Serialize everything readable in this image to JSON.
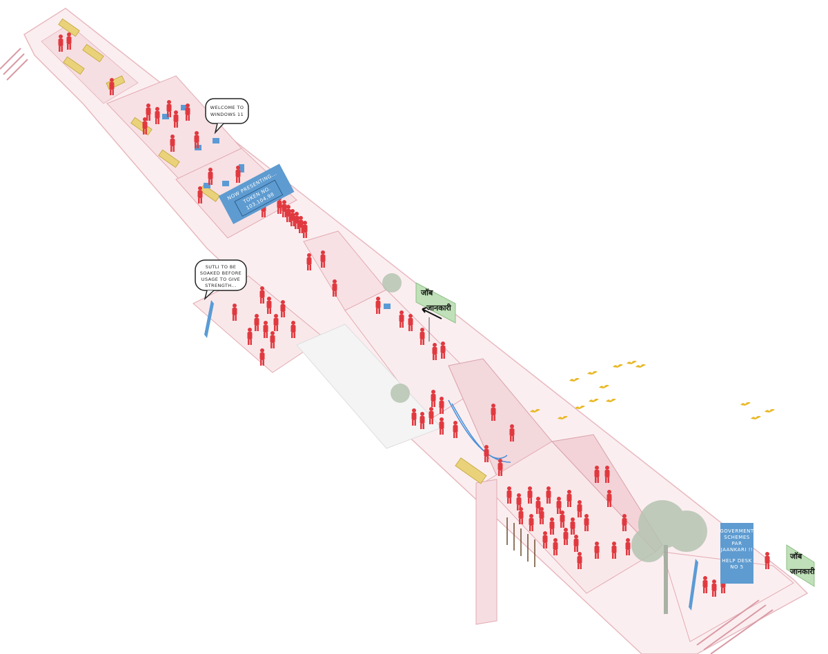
{
  "colors": {
    "building": "#f8e3e6",
    "building_edge": "#e7b9c0",
    "people": "#e0393f",
    "desk": "#e9d27a",
    "screen": "#5b9bd5",
    "sign_blue": "#5e9bd0",
    "sign_green": "#bfe0b8",
    "tree": "#a9b9a7",
    "bird": "#e8b824"
  },
  "bubbles": {
    "welcome": "WELCOME TO WINDOWS 11",
    "welcome_lines": [
      "WELCOME TO",
      "WINDOWS 11"
    ],
    "sutli": "SUTLI TO BE SOAKED BEFORE USAGE TO GIVE STRENGTH...",
    "sutli_lines": [
      "SUTLI TO BE",
      "SOAKED BEFORE",
      "USAGE TO GIVE",
      "STRENGTH..."
    ]
  },
  "token_sign": {
    "line1": "NOW PRESENTING...",
    "line2": "TOKEN NO.",
    "line3": "103,104,98"
  },
  "job_sign": {
    "line1": "जॉब",
    "line2": "जानकारी",
    "arrow_icon": "arrow-left-icon"
  },
  "help_desk_sign": {
    "lines": [
      "GOVERMENT",
      "SCHEMES",
      "PAR",
      "JAANKARI !!"
    ],
    "desk_lines": [
      "HELP DESK",
      "NO 5"
    ]
  }
}
